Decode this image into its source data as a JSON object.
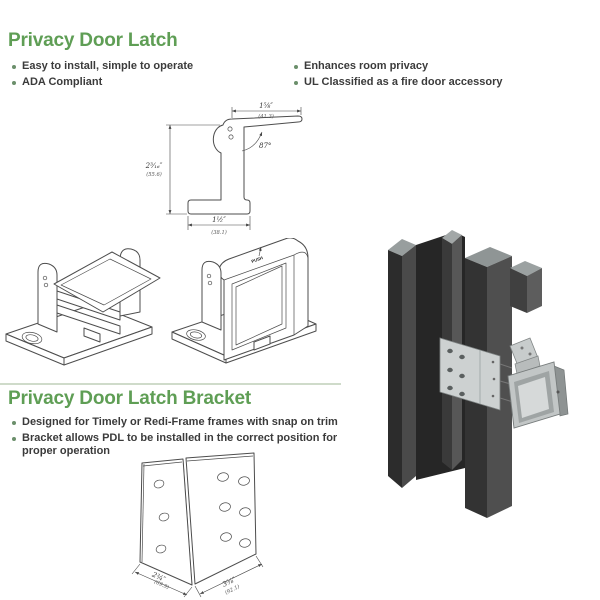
{
  "section1": {
    "title": "Privacy Door Latch",
    "bullets_left": [
      "Easy to install, simple to operate",
      "ADA Compliant"
    ],
    "bullets_right": [
      "Enhances room privacy",
      "UL Classified as a fire door accessory"
    ]
  },
  "section2": {
    "title": "Privacy Door Latch Bracket",
    "bullets": [
      "Designed for Timely or Redi-Frame frames with snap on trim",
      "Bracket allows PDL to be installed in the correct position for proper operation"
    ]
  },
  "profile_drawing": {
    "dim_top": "1⅝″",
    "dim_top_mm": "(41.3)",
    "angle": "87°",
    "dim_left": "2³⁄₁₆″",
    "dim_left_mm": "(55.6)",
    "dim_bottom": "1½″",
    "dim_bottom_mm": "(38.1)"
  },
  "latch_closed_drawing": {
    "push": "PUSH"
  },
  "bracket_drawing": {
    "dim_left": "2¾″",
    "dim_left_mm": "(69.9)",
    "dim_right": "3⅝″",
    "dim_right_mm": "(92.1)"
  },
  "colors": {
    "heading_green": "#5f9e55",
    "divider_green": "#cfdbca",
    "body_text": "#3b3b3b"
  }
}
